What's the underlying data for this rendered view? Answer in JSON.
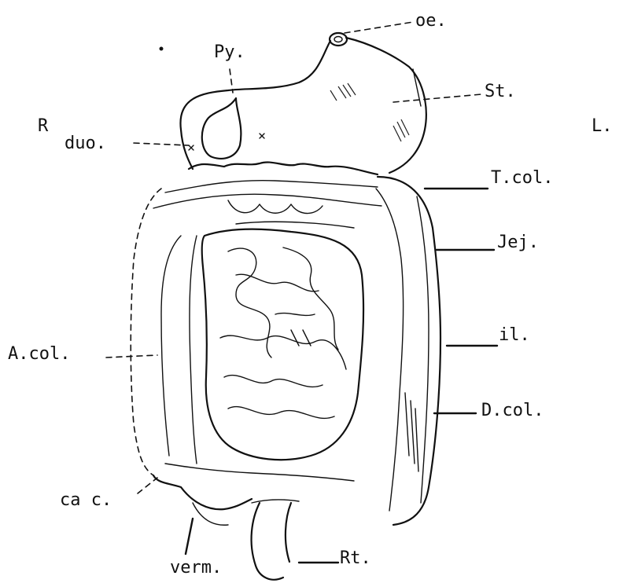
{
  "orientation": {
    "right": "R",
    "left": "L."
  },
  "labels": {
    "oe": "oe.",
    "py": "Py.",
    "st": "St.",
    "duo": "duo.",
    "tcol": "T.col.",
    "jej": "Jej.",
    "acol": "A.col.",
    "il": "il.",
    "dcol": "D.col.",
    "caec": "ca c.",
    "verm": "verm.",
    "rt": "Rt."
  }
}
